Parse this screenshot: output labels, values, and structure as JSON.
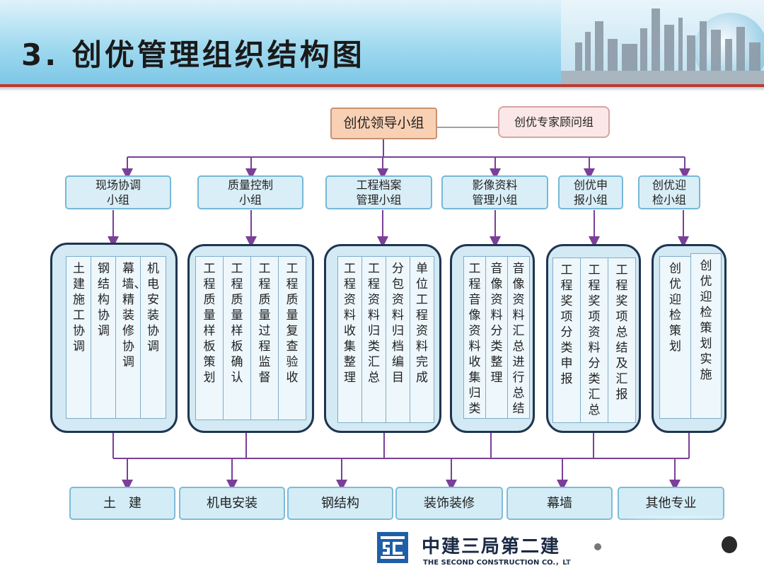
{
  "title": "3. 创优管理组织结构图",
  "leader": "创优领导小组",
  "expert": "创优专家顾问组",
  "groups": [
    {
      "label": "现场协调\n小组",
      "columns": [
        "土建施工协调",
        "钢结构协调",
        "幕墙、精装修协调",
        "机电安装协调"
      ]
    },
    {
      "label": "质量控制\n小组",
      "columns": [
        "工程质量样板策划",
        "工程质量样板确认",
        "工程质量过程监督",
        "工程质量复查验收"
      ]
    },
    {
      "label": "工程档案\n管理小组",
      "columns": [
        "工程资料收集整理",
        "工程资料归类汇总",
        "分包资料归档编目",
        "单位工程资料完成"
      ]
    },
    {
      "label": "影像资料\n管理小组",
      "columns": [
        "工程音像资料收集归类",
        "音像资料分类整理",
        "音像资料汇总进行总结"
      ]
    },
    {
      "label": "创优申\n报小组",
      "columns": [
        "工程奖项分类申报",
        "工程奖项资料分类汇总",
        "工程奖项总结及汇报"
      ]
    },
    {
      "label": "创优迎\n检小组",
      "columns": [
        "创优迎检策划",
        "创优迎检策划实施"
      ]
    }
  ],
  "bottom": [
    "土　建",
    "机电安装",
    "钢结构",
    "装饰装修",
    "幕墙",
    "其他专业"
  ],
  "footer": {
    "company_cn": "中建三局第二建",
    "company_en": "THE SECOND CONSTRUCTION CO.，LT"
  },
  "colors": {
    "line": "#7b3f98",
    "panel_border": "#1f3550",
    "title_bar_accent": "#c0392b"
  }
}
